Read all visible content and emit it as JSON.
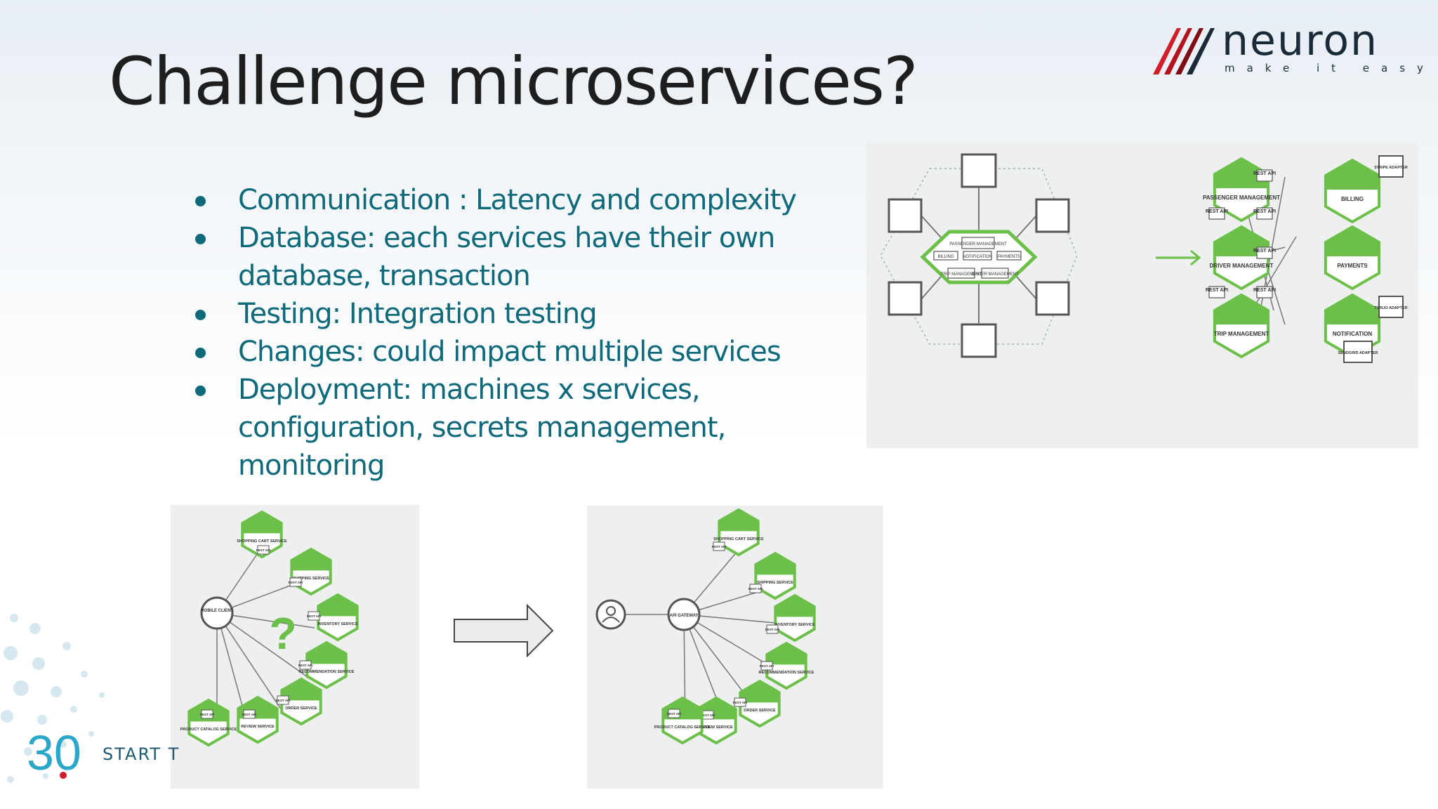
{
  "slide": {
    "title": "Challenge microservices?",
    "bullets": [
      "Communication : Latency and complexity",
      "Database: each services have their own database, transaction",
      "Testing: Integration testing",
      "Changes: could impact multiple services",
      "Deployment: machines x services, configuration, secrets management, monitoring"
    ]
  },
  "logo": {
    "name": "neuron",
    "tagline": "make it easy",
    "icon": "slash-stripes-icon",
    "colors": {
      "stripes": "#d01f2b",
      "text": "#1b2a38"
    }
  },
  "footer": {
    "badge": "30",
    "text": "START T"
  },
  "colors": {
    "accent_teal": "#0e6a7a",
    "hex_green": "#6cc04a",
    "panel_bg": "#eef0ef"
  },
  "diagram_top": {
    "monolith_modules": [
      "PASSENGER MANAGEMENT",
      "BILLING",
      "NOTIFICATION",
      "PAYMENTS",
      "TRIP MANAGEMENT",
      "DRIVER MANAGEMENT"
    ],
    "services": [
      {
        "name": "PASSENGER MANAGEMENT",
        "icon": "user-icon"
      },
      {
        "name": "BILLING",
        "icon": "mailbox-icon"
      },
      {
        "name": "DRIVER MANAGEMENT",
        "icon": "car-icon"
      },
      {
        "name": "PAYMENTS",
        "icon": "card-icon"
      },
      {
        "name": "TRIP MANAGEMENT",
        "icon": "pin-icon"
      },
      {
        "name": "NOTIFICATION",
        "icon": "megaphone-icon"
      }
    ],
    "api_label": "REST API",
    "adapters": [
      "STRIPE ADAPTER",
      "TWILIO ADAPTER",
      "SENDGRID ADAPTER"
    ]
  },
  "diagram_left": {
    "client": "MOBILE CLIENT",
    "question": "?",
    "services": [
      "SHOPPING CART SERVICE",
      "SHIPPING SERVICE",
      "INVENTORY SERVICE",
      "RECOMMENDATION SERVICE",
      "ORDER SERVICE",
      "REVIEW SERVICE",
      "PRODUCT CATALOG SERVICE"
    ],
    "api_label": "REST API"
  },
  "diagram_right": {
    "gateway": "API GATEWAY",
    "services": [
      "SHOPPING CART SERVICE",
      "SHIPPING SERVICE",
      "INVENTORY SERVICE",
      "RECOMMENDATION SERVICE",
      "ORDER SERVICE",
      "REVIEW SERVICE",
      "PRODUCT CATALOG SERVICE"
    ],
    "api_label": "REST API"
  }
}
